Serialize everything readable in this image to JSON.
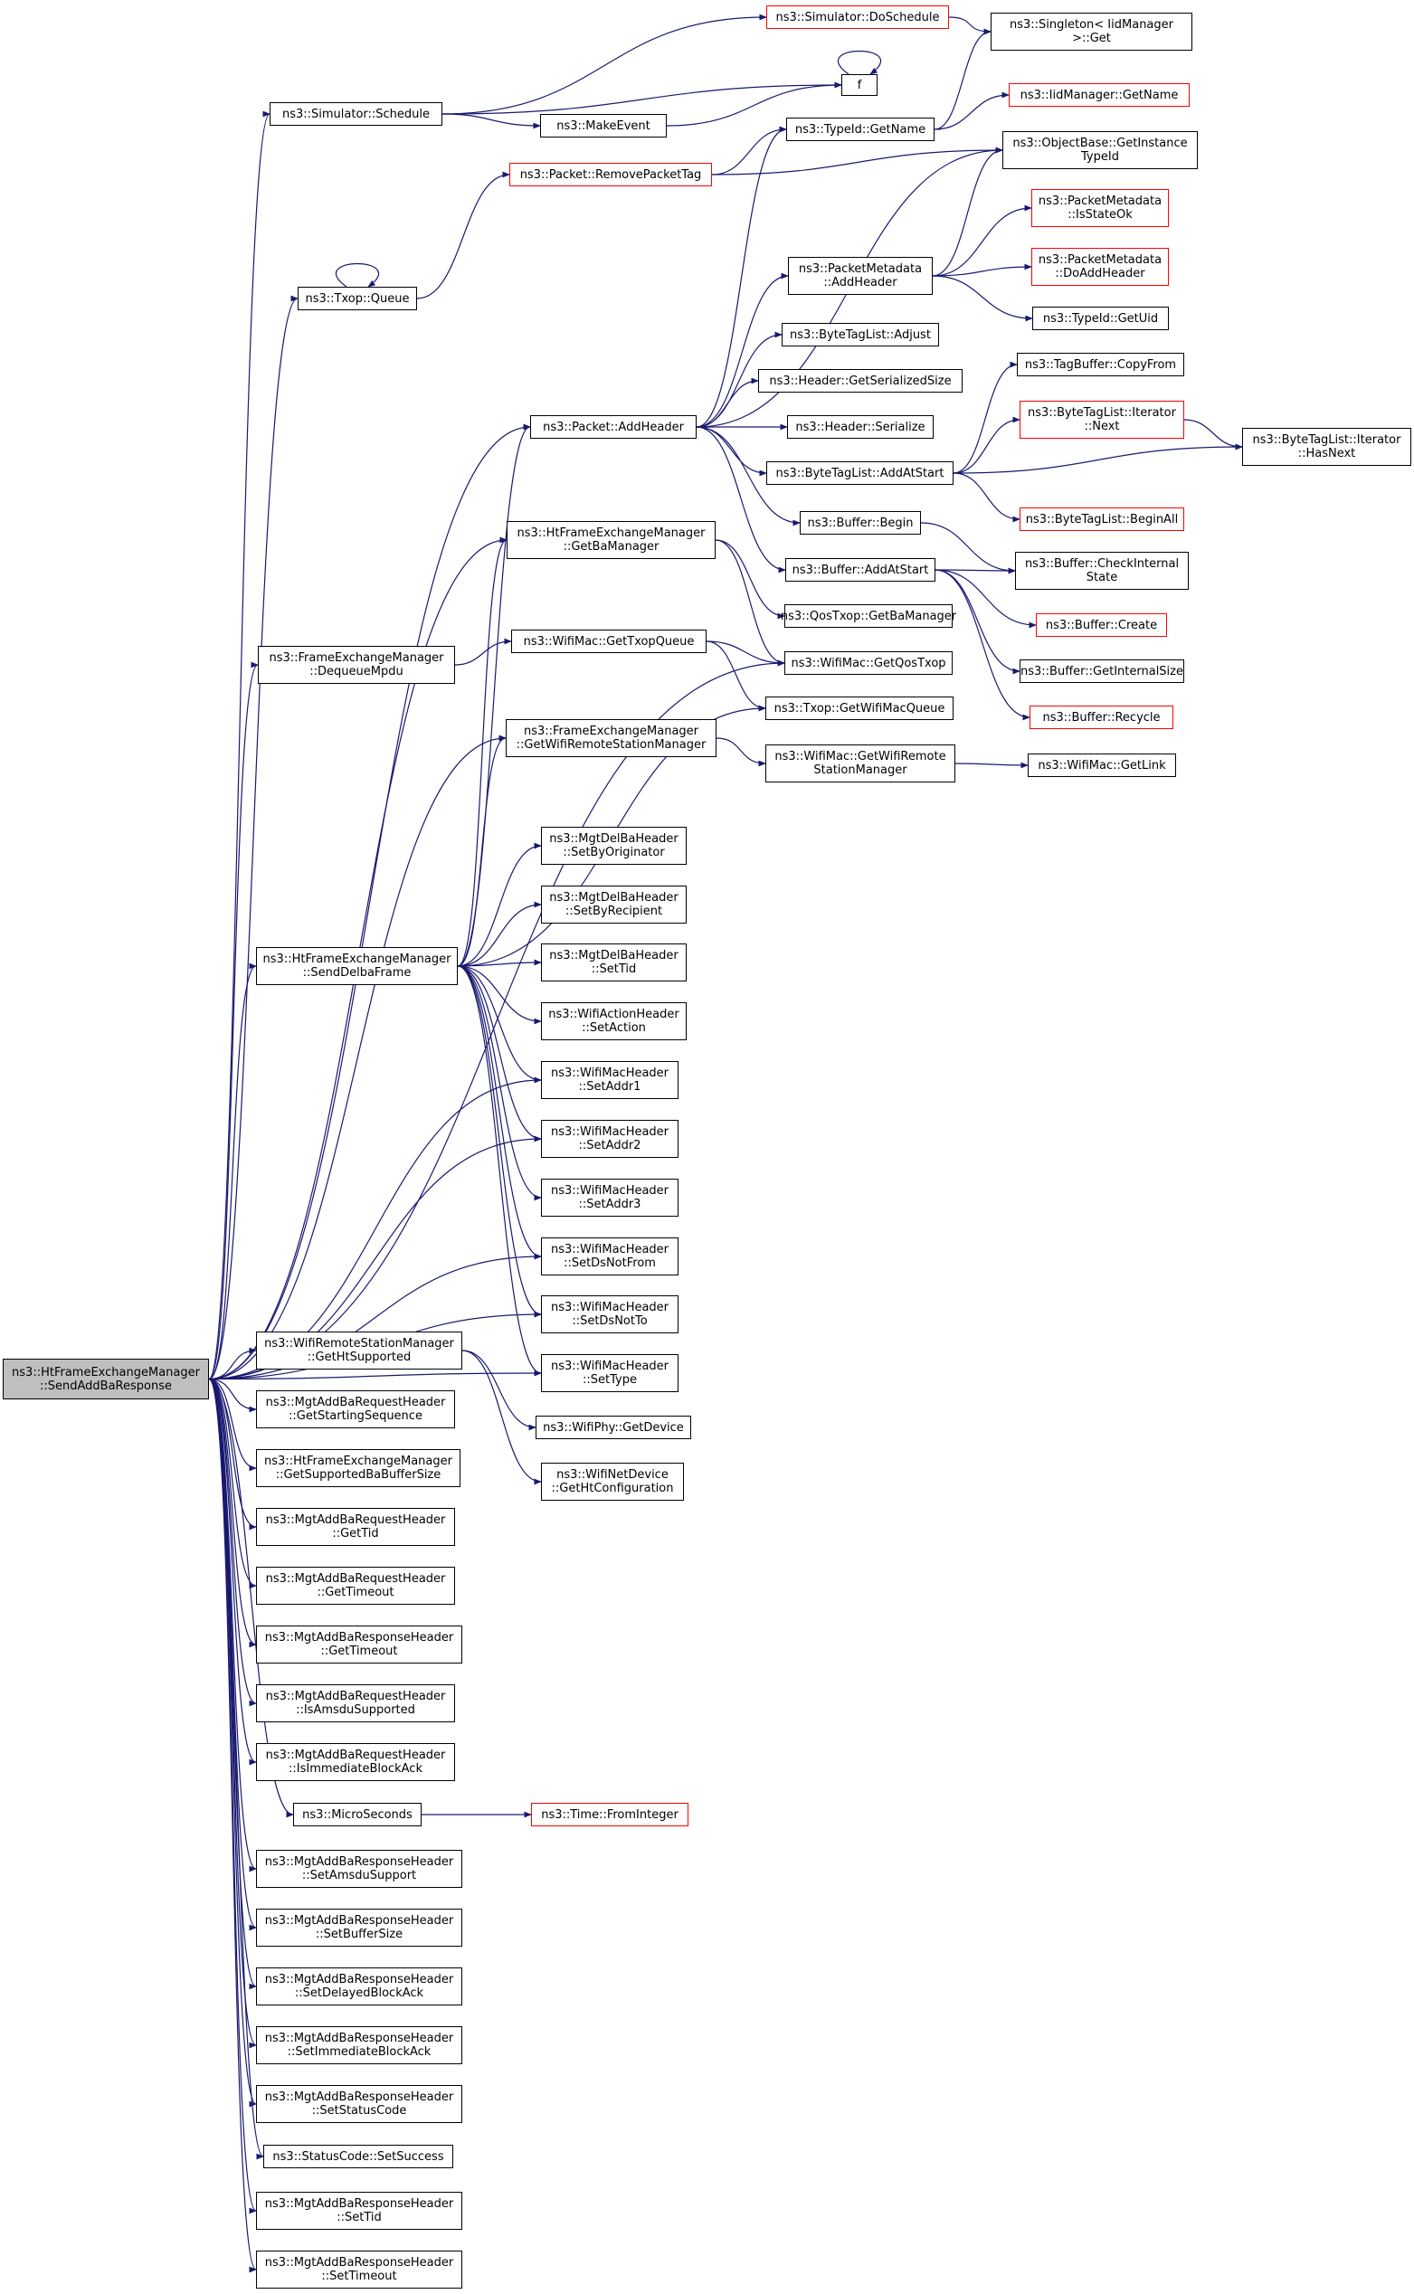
{
  "colors": {
    "edge": "#191970",
    "node_border": "#000000",
    "truncated_border": "#ff0000",
    "root_fill": "#bfbfbf"
  },
  "nodes": [
    {
      "id": "root",
      "lines": [
        "ns3::HtFrameExchangeManager",
        "::SendAddBaResponse"
      ],
      "root": true
    },
    {
      "id": "schedule",
      "lines": [
        "ns3::Simulator::Schedule"
      ]
    },
    {
      "id": "doschedule",
      "lines": [
        "ns3::Simulator::DoSchedule"
      ],
      "red": true
    },
    {
      "id": "singleton",
      "lines": [
        "ns3::Singleton< IidManager",
        ">::Get"
      ]
    },
    {
      "id": "f",
      "lines": [
        "f"
      ]
    },
    {
      "id": "makeevent",
      "lines": [
        "ns3::MakeEvent"
      ]
    },
    {
      "id": "typeidgetname",
      "lines": [
        "ns3::TypeId::GetName"
      ]
    },
    {
      "id": "iidgetname",
      "lines": [
        "ns3::IidManager::GetName"
      ],
      "red": true
    },
    {
      "id": "removepackettag",
      "lines": [
        "ns3::Packet::RemovePacketTag"
      ],
      "red": true
    },
    {
      "id": "objectbase",
      "lines": [
        "ns3::ObjectBase::GetInstance",
        "TypeId"
      ]
    },
    {
      "id": "isstateok",
      "lines": [
        "ns3::PacketMetadata",
        "::IsStateOk"
      ],
      "red": true
    },
    {
      "id": "pmaddheader",
      "lines": [
        "ns3::PacketMetadata",
        "::AddHeader"
      ]
    },
    {
      "id": "doaddheader",
      "lines": [
        "ns3::PacketMetadata",
        "::DoAddHeader"
      ],
      "red": true
    },
    {
      "id": "txopqueue",
      "lines": [
        "ns3::Txop::Queue"
      ]
    },
    {
      "id": "getuid",
      "lines": [
        "ns3::TypeId::GetUid"
      ]
    },
    {
      "id": "adjust",
      "lines": [
        "ns3::ByteTagList::Adjust"
      ]
    },
    {
      "id": "tagcopyfrom",
      "lines": [
        "ns3::TagBuffer::CopyFrom"
      ]
    },
    {
      "id": "getserializedsize",
      "lines": [
        "ns3::Header::GetSerializedSize"
      ]
    },
    {
      "id": "iternext",
      "lines": [
        "ns3::ByteTagList::Iterator",
        "::Next"
      ],
      "red": true
    },
    {
      "id": "packetaddheader",
      "lines": [
        "ns3::Packet::AddHeader"
      ]
    },
    {
      "id": "headerserialize",
      "lines": [
        "ns3::Header::Serialize"
      ]
    },
    {
      "id": "hasnext",
      "lines": [
        "ns3::ByteTagList::Iterator",
        "::HasNext"
      ]
    },
    {
      "id": "addatstart",
      "lines": [
        "ns3::ByteTagList::AddAtStart"
      ]
    },
    {
      "id": "beginall",
      "lines": [
        "ns3::ByteTagList::BeginAll"
      ],
      "red": true
    },
    {
      "id": "getbamanager",
      "lines": [
        "ns3::HtFrameExchangeManager",
        "::GetBaManager"
      ]
    },
    {
      "id": "bufferbegin",
      "lines": [
        "ns3::Buffer::Begin"
      ]
    },
    {
      "id": "checkinternal",
      "lines": [
        "ns3::Buffer::CheckInternal",
        "State"
      ]
    },
    {
      "id": "bufaddatstart",
      "lines": [
        "ns3::Buffer::AddAtStart"
      ]
    },
    {
      "id": "qosgetbamanager",
      "lines": [
        "ns3::QosTxop::GetBaManager"
      ]
    },
    {
      "id": "buffercreate",
      "lines": [
        "ns3::Buffer::Create"
      ],
      "red": true
    },
    {
      "id": "gettxopqueue",
      "lines": [
        "ns3::WifiMac::GetTxopQueue"
      ]
    },
    {
      "id": "dequeuempdu",
      "lines": [
        "ns3::FrameExchangeManager",
        "::DequeueMpdu"
      ]
    },
    {
      "id": "getqostxop",
      "lines": [
        "ns3::WifiMac::GetQosTxop"
      ]
    },
    {
      "id": "getinternalsize",
      "lines": [
        "ns3::Buffer::GetInternalSize"
      ]
    },
    {
      "id": "getwifimacqueue",
      "lines": [
        "ns3::Txop::GetWifiMacQueue"
      ]
    },
    {
      "id": "bufferrecycle",
      "lines": [
        "ns3::Buffer::Recycle"
      ],
      "red": true
    },
    {
      "id": "femgetwrsm",
      "lines": [
        "ns3::FrameExchangeManager",
        "::GetWifiRemoteStationManager"
      ]
    },
    {
      "id": "macgetwrsm",
      "lines": [
        "ns3::WifiMac::GetWifiRemote",
        "StationManager"
      ]
    },
    {
      "id": "getlink",
      "lines": [
        "ns3::WifiMac::GetLink"
      ]
    },
    {
      "id": "setbyoriginator",
      "lines": [
        "ns3::MgtDelBaHeader",
        "::SetByOriginator"
      ]
    },
    {
      "id": "setbyrecipient",
      "lines": [
        "ns3::MgtDelBaHeader",
        "::SetByRecipient"
      ]
    },
    {
      "id": "senddelbaframe",
      "lines": [
        "ns3::HtFrameExchangeManager",
        "::SendDelbaFrame"
      ]
    },
    {
      "id": "delbasettid",
      "lines": [
        "ns3::MgtDelBaHeader",
        "::SetTid"
      ]
    },
    {
      "id": "setaction",
      "lines": [
        "ns3::WifiActionHeader",
        "::SetAction"
      ]
    },
    {
      "id": "setaddr1",
      "lines": [
        "ns3::WifiMacHeader",
        "::SetAddr1"
      ]
    },
    {
      "id": "setaddr2",
      "lines": [
        "ns3::WifiMacHeader",
        "::SetAddr2"
      ]
    },
    {
      "id": "setaddr3",
      "lines": [
        "ns3::WifiMacHeader",
        "::SetAddr3"
      ]
    },
    {
      "id": "setdsnotfrom",
      "lines": [
        "ns3::WifiMacHeader",
        "::SetDsNotFrom"
      ]
    },
    {
      "id": "setdsnotto",
      "lines": [
        "ns3::WifiMacHeader",
        "::SetDsNotTo"
      ]
    },
    {
      "id": "gethtsupported",
      "lines": [
        "ns3::WifiRemoteStationManager",
        "::GetHtSupported"
      ]
    },
    {
      "id": "settype",
      "lines": [
        "ns3::WifiMacHeader",
        "::SetType"
      ]
    },
    {
      "id": "getdevice",
      "lines": [
        "ns3::WifiPhy::GetDevice"
      ]
    },
    {
      "id": "getstartingseq",
      "lines": [
        "ns3::MgtAddBaRequestHeader",
        "::GetStartingSequence"
      ]
    },
    {
      "id": "gethtconfig",
      "lines": [
        "ns3::WifiNetDevice",
        "::GetHtConfiguration"
      ]
    },
    {
      "id": "getsupbabuf",
      "lines": [
        "ns3::HtFrameExchangeManager",
        "::GetSupportedBaBufferSize"
      ]
    },
    {
      "id": "reqgettid",
      "lines": [
        "ns3::MgtAddBaRequestHeader",
        "::GetTid"
      ]
    },
    {
      "id": "reqgettimeout",
      "lines": [
        "ns3::MgtAddBaRequestHeader",
        "::GetTimeout"
      ]
    },
    {
      "id": "respgettimeout",
      "lines": [
        "ns3::MgtAddBaResponseHeader",
        "::GetTimeout"
      ]
    },
    {
      "id": "isamsdu",
      "lines": [
        "ns3::MgtAddBaRequestHeader",
        "::IsAmsduSupported"
      ]
    },
    {
      "id": "isimmediate",
      "lines": [
        "ns3::MgtAddBaRequestHeader",
        "::IsImmediateBlockAck"
      ]
    },
    {
      "id": "microseconds",
      "lines": [
        "ns3::MicroSeconds"
      ]
    },
    {
      "id": "frominteger",
      "lines": [
        "ns3::Time::FromInteger"
      ],
      "red": true
    },
    {
      "id": "setamsdu",
      "lines": [
        "ns3::MgtAddBaResponseHeader",
        "::SetAmsduSupport"
      ]
    },
    {
      "id": "setbuffersize",
      "lines": [
        "ns3::MgtAddBaResponseHeader",
        "::SetBufferSize"
      ]
    },
    {
      "id": "setdelayed",
      "lines": [
        "ns3::MgtAddBaResponseHeader",
        "::SetDelayedBlockAck"
      ]
    },
    {
      "id": "setimmediate",
      "lines": [
        "ns3::MgtAddBaResponseHeader",
        "::SetImmediateBlockAck"
      ]
    },
    {
      "id": "setstatuscode",
      "lines": [
        "ns3::MgtAddBaResponseHeader",
        "::SetStatusCode"
      ]
    },
    {
      "id": "setsuccess",
      "lines": [
        "ns3::StatusCode::SetSuccess"
      ]
    },
    {
      "id": "respsettid",
      "lines": [
        "ns3::MgtAddBaResponseHeader",
        "::SetTid"
      ]
    },
    {
      "id": "respsettimeout",
      "lines": [
        "ns3::MgtAddBaResponseHeader",
        "::SetTimeout"
      ]
    }
  ],
  "edges": [
    [
      "root",
      "schedule"
    ],
    [
      "root",
      "txopqueue"
    ],
    [
      "root",
      "packetaddheader"
    ],
    [
      "root",
      "getbamanager"
    ],
    [
      "root",
      "getqostxop"
    ],
    [
      "root",
      "dequeuempdu"
    ],
    [
      "root",
      "femgetwrsm"
    ],
    [
      "root",
      "senddelbaframe"
    ],
    [
      "root",
      "setaddr1"
    ],
    [
      "root",
      "setaddr2"
    ],
    [
      "root",
      "setdsnotfrom"
    ],
    [
      "root",
      "setdsnotto"
    ],
    [
      "root",
      "settype"
    ],
    [
      "root",
      "gethtsupported"
    ],
    [
      "root",
      "getstartingseq"
    ],
    [
      "root",
      "getsupbabuf"
    ],
    [
      "root",
      "reqgettid"
    ],
    [
      "root",
      "reqgettimeout"
    ],
    [
      "root",
      "respgettimeout"
    ],
    [
      "root",
      "isamsdu"
    ],
    [
      "root",
      "isimmediate"
    ],
    [
      "root",
      "microseconds"
    ],
    [
      "root",
      "setamsdu"
    ],
    [
      "root",
      "setbuffersize"
    ],
    [
      "root",
      "setdelayed"
    ],
    [
      "root",
      "setimmediate"
    ],
    [
      "root",
      "setstatuscode"
    ],
    [
      "root",
      "setsuccess"
    ],
    [
      "root",
      "respsettid"
    ],
    [
      "root",
      "respsettimeout"
    ],
    [
      "schedule",
      "f"
    ],
    [
      "schedule",
      "makeevent"
    ],
    [
      "schedule",
      "doschedule"
    ],
    [
      "doschedule",
      "singleton"
    ],
    [
      "makeevent",
      "f"
    ],
    [
      "f",
      "f"
    ],
    [
      "typeidgetname",
      "singleton"
    ],
    [
      "typeidgetname",
      "iidgetname"
    ],
    [
      "removepackettag",
      "typeidgetname"
    ],
    [
      "removepackettag",
      "objectbase"
    ],
    [
      "txopqueue",
      "removepackettag"
    ],
    [
      "txopqueue",
      "txopqueue"
    ],
    [
      "pmaddheader",
      "objectbase"
    ],
    [
      "pmaddheader",
      "isstateok"
    ],
    [
      "pmaddheader",
      "doaddheader"
    ],
    [
      "pmaddheader",
      "getuid"
    ],
    [
      "packetaddheader",
      "typeidgetname"
    ],
    [
      "packetaddheader",
      "objectbase"
    ],
    [
      "packetaddheader",
      "pmaddheader"
    ],
    [
      "packetaddheader",
      "adjust"
    ],
    [
      "packetaddheader",
      "getserializedsize"
    ],
    [
      "packetaddheader",
      "headerserialize"
    ],
    [
      "packetaddheader",
      "addatstart"
    ],
    [
      "packetaddheader",
      "bufferbegin"
    ],
    [
      "packetaddheader",
      "bufaddatstart"
    ],
    [
      "addatstart",
      "tagcopyfrom"
    ],
    [
      "addatstart",
      "iternext"
    ],
    [
      "addatstart",
      "hasnext"
    ],
    [
      "addatstart",
      "beginall"
    ],
    [
      "iternext",
      "hasnext"
    ],
    [
      "bufferbegin",
      "checkinternal"
    ],
    [
      "bufaddatstart",
      "checkinternal"
    ],
    [
      "bufaddatstart",
      "buffercreate"
    ],
    [
      "bufaddatstart",
      "getinternalsize"
    ],
    [
      "bufaddatstart",
      "bufferrecycle"
    ],
    [
      "getbamanager",
      "qosgetbamanager"
    ],
    [
      "getbamanager",
      "getqostxop"
    ],
    [
      "dequeuempdu",
      "gettxopqueue"
    ],
    [
      "gettxopqueue",
      "getqostxop"
    ],
    [
      "gettxopqueue",
      "getwifimacqueue"
    ],
    [
      "femgetwrsm",
      "macgetwrsm"
    ],
    [
      "macgetwrsm",
      "getlink"
    ],
    [
      "senddelbaframe",
      "packetaddheader"
    ],
    [
      "senddelbaframe",
      "getbamanager"
    ],
    [
      "senddelbaframe",
      "femgetwrsm"
    ],
    [
      "senddelbaframe",
      "getwifimacqueue"
    ],
    [
      "senddelbaframe",
      "setbyoriginator"
    ],
    [
      "senddelbaframe",
      "setbyrecipient"
    ],
    [
      "senddelbaframe",
      "delbasettid"
    ],
    [
      "senddelbaframe",
      "setaction"
    ],
    [
      "senddelbaframe",
      "setaddr1"
    ],
    [
      "senddelbaframe",
      "setaddr2"
    ],
    [
      "senddelbaframe",
      "setaddr3"
    ],
    [
      "senddelbaframe",
      "setdsnotfrom"
    ],
    [
      "senddelbaframe",
      "setdsnotto"
    ],
    [
      "senddelbaframe",
      "settype"
    ],
    [
      "gethtsupported",
      "getdevice"
    ],
    [
      "gethtsupported",
      "gethtconfig"
    ],
    [
      "microseconds",
      "frominteger"
    ]
  ]
}
